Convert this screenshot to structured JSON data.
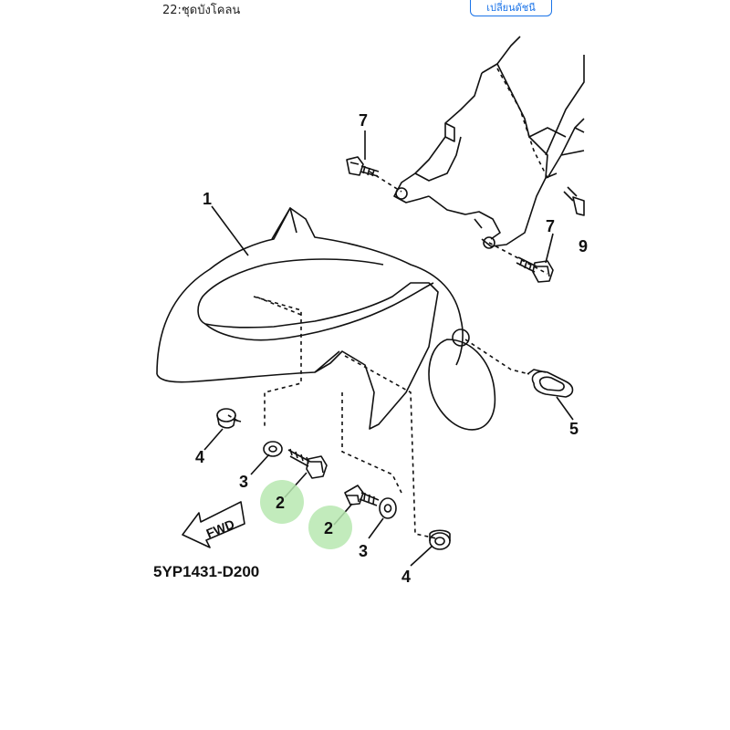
{
  "header": {
    "title": "22:ชุดบังโคลน",
    "change_button_label": "เปลี่ยนดัชนี"
  },
  "diagram": {
    "part_code": "5YP1431-D200",
    "fwd_label": "FWD",
    "callouts": {
      "fender": "1",
      "bolt_a": "2",
      "bolt_b": "2",
      "washer_left": "3",
      "washer_right": "3",
      "grommet_left": "4",
      "grommet_right": "4",
      "reflector": "5",
      "screw_upper": "7",
      "screw_lower": "7",
      "part_9": "9"
    },
    "highlight_color": "#b7e7b0"
  }
}
